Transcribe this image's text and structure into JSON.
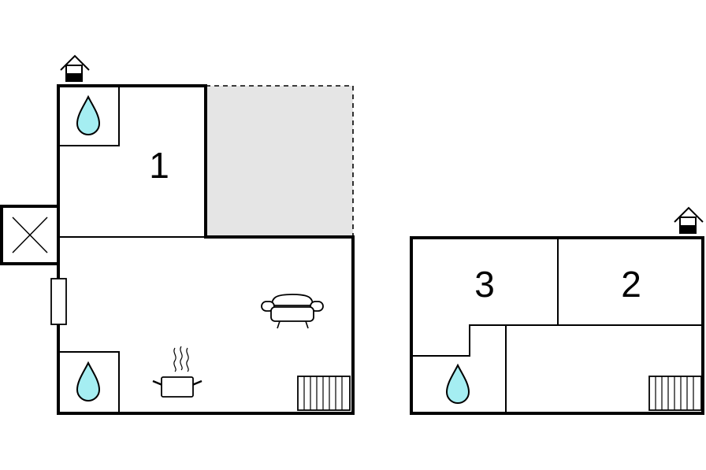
{
  "rooms": [
    {
      "id": "room-1",
      "label": "1"
    },
    {
      "id": "room-2",
      "label": "2"
    },
    {
      "id": "room-3",
      "label": "3"
    }
  ],
  "icons": {
    "entrance": "house-entrance-icon",
    "bathroom": "water-drop-icon",
    "kitchen": "cooking-pot-icon",
    "living": "sofa-icon",
    "heater": "radiator-icon",
    "stairs": "stair-void-icon",
    "window": "window-icon"
  },
  "colors": {
    "wall": "#000000",
    "terrace": "#e5e5e5",
    "water": "#a5eef2",
    "background": "#ffffff"
  }
}
